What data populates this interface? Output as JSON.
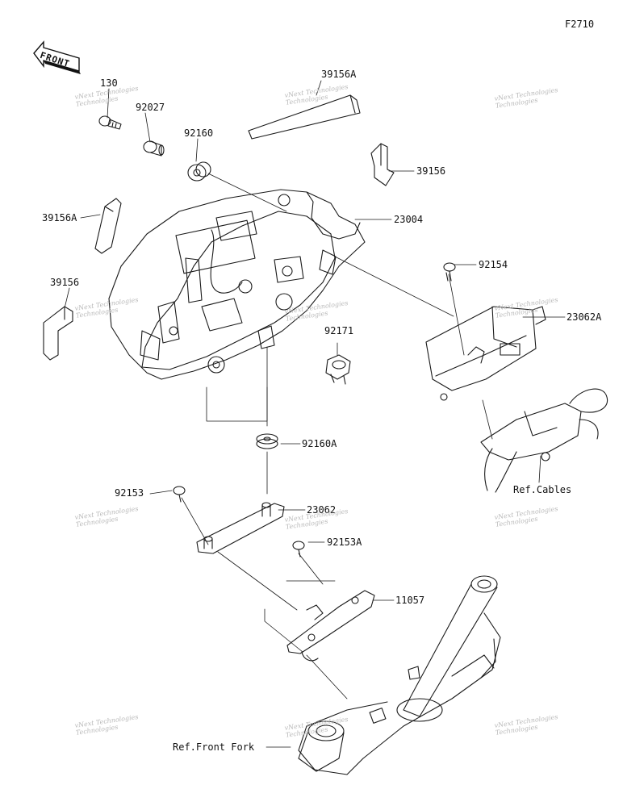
{
  "figure_code": "F2710",
  "front_marker": "FRONT",
  "parts": [
    {
      "id": "p130",
      "label": "130"
    },
    {
      "id": "p92027",
      "label": "92027"
    },
    {
      "id": "p92160",
      "label": "92160"
    },
    {
      "id": "p39156A_top",
      "label": "39156A"
    },
    {
      "id": "p39156_top",
      "label": "39156"
    },
    {
      "id": "p39156A_left",
      "label": "39156A"
    },
    {
      "id": "p23004",
      "label": "23004"
    },
    {
      "id": "p39156_left",
      "label": "39156"
    },
    {
      "id": "p92154",
      "label": "92154"
    },
    {
      "id": "p23062A",
      "label": "23062A"
    },
    {
      "id": "p92171",
      "label": "92171"
    },
    {
      "id": "p92160A",
      "label": "92160A"
    },
    {
      "id": "pRefCables",
      "label": "Ref.Cables"
    },
    {
      "id": "p92153",
      "label": "92153"
    },
    {
      "id": "p23062",
      "label": "23062"
    },
    {
      "id": "p92153A",
      "label": "92153A"
    },
    {
      "id": "p11057",
      "label": "11057"
    },
    {
      "id": "pRefFrontFork",
      "label": "Ref.Front Fork"
    }
  ],
  "watermark": {
    "line1": "vNext Technologies",
    "line2": "Technologies"
  }
}
